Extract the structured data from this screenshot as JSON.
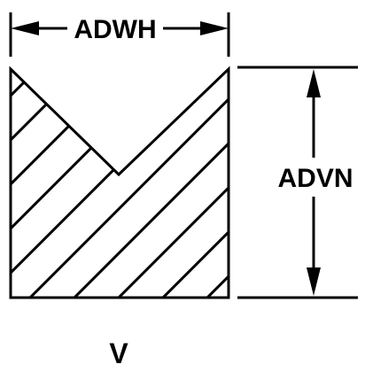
{
  "diagram": {
    "width_label": "ADWH",
    "height_label": "ADVN",
    "caption": "V",
    "colors": {
      "stroke": "#000000",
      "background": "#ffffff"
    }
  }
}
